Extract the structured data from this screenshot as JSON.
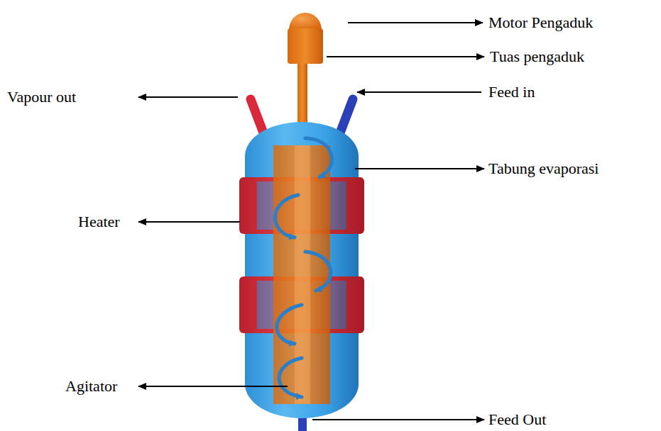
{
  "diagram": {
    "labels": [
      "Motor Pengaduk",
      "Tuas pengaduk",
      "Vapour out",
      "Feed in",
      "Tabung evaporasi",
      "Heater",
      "Agitator",
      "Feed Out"
    ]
  }
}
